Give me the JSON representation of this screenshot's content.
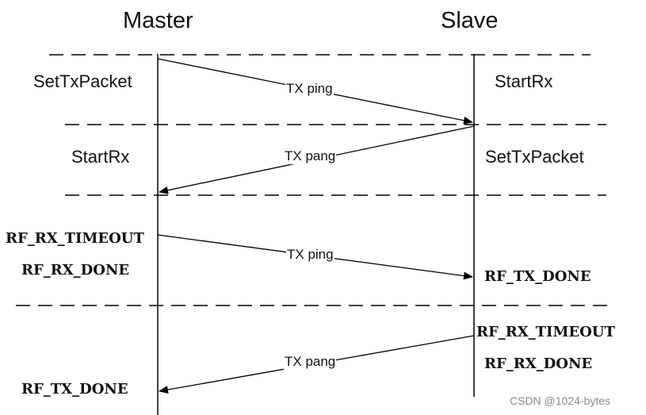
{
  "headers": {
    "master": "Master",
    "slave": "Slave"
  },
  "steps": [
    {
      "master_text": "SetTxPacket",
      "slave_text": "StartRx",
      "message": "TX ping"
    },
    {
      "master_text": "StartRx",
      "slave_text": "SetTxPacket",
      "message": "TX pang"
    },
    {
      "master_lines": [
        "RF_RX_TIMEOUT",
        "RF_RX_DONE"
      ],
      "slave_lines": [
        "RF_TX_DONE"
      ],
      "message": "TX ping"
    },
    {
      "master_lines": [
        "RF_TX_DONE"
      ],
      "slave_lines": [
        "RF_RX_TIMEOUT",
        "RF_RX_DONE"
      ],
      "message": "TX pang"
    }
  ],
  "watermark": "CSDN @1024-bytes"
}
